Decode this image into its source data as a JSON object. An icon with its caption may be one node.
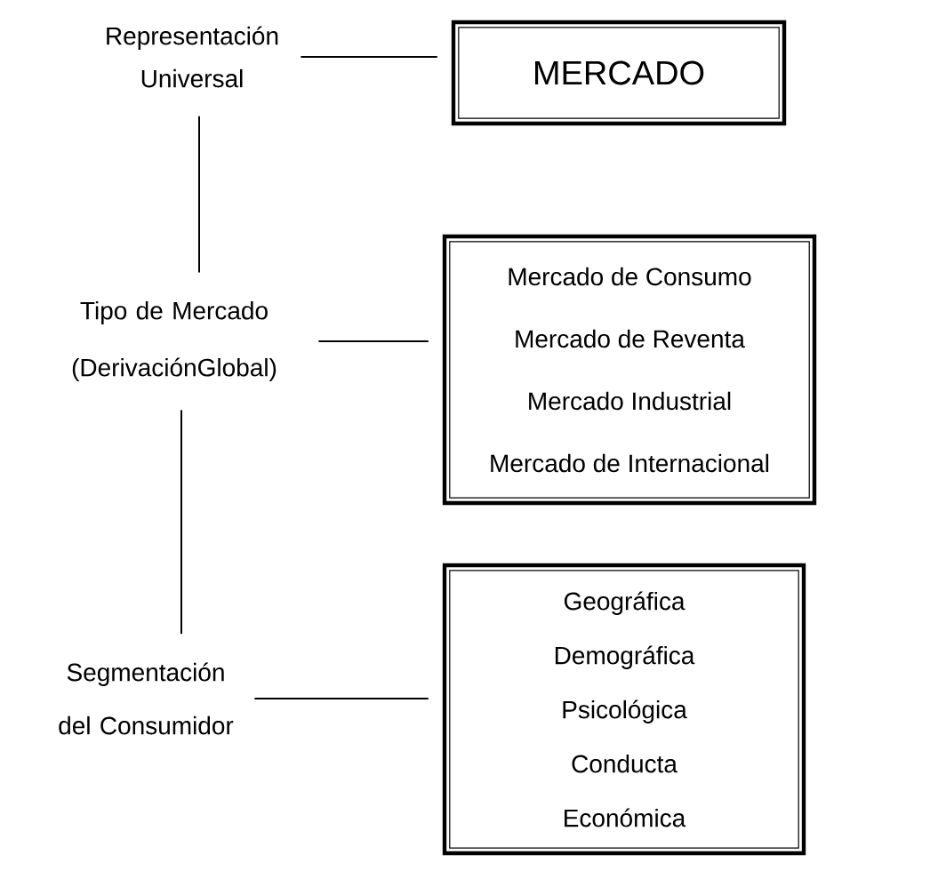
{
  "diagram": {
    "nodes": [
      {
        "text": [
          "Representación Universal"
        ]
      },
      {
        "text": [
          "MERCADO"
        ]
      },
      {
        "text": [
          "Tipo de Mercado (DerivaciónGlobal)"
        ]
      },
      {
        "text": [
          "Mercado de Consumo",
          "Mercado de Reventa",
          "Mercado Industrial",
          "Mercado de Internacional"
        ]
      },
      {
        "text": [
          "Segmentación del Consumidor"
        ]
      },
      {
        "text": [
          "Geográfica",
          "Demográfica",
          "Psicológica",
          "Conducta",
          "Económica"
        ]
      }
    ],
    "edges": [
      {
        "from": 0,
        "to": 1,
        "arrow": "none"
      },
      {
        "from": 0,
        "to": 2,
        "arrow": "none"
      },
      {
        "from": 2,
        "to": 3,
        "arrow": "none"
      },
      {
        "from": 2,
        "to": 4,
        "arrow": "none"
      },
      {
        "from": 4,
        "to": 5,
        "arrow": "none"
      }
    ]
  }
}
